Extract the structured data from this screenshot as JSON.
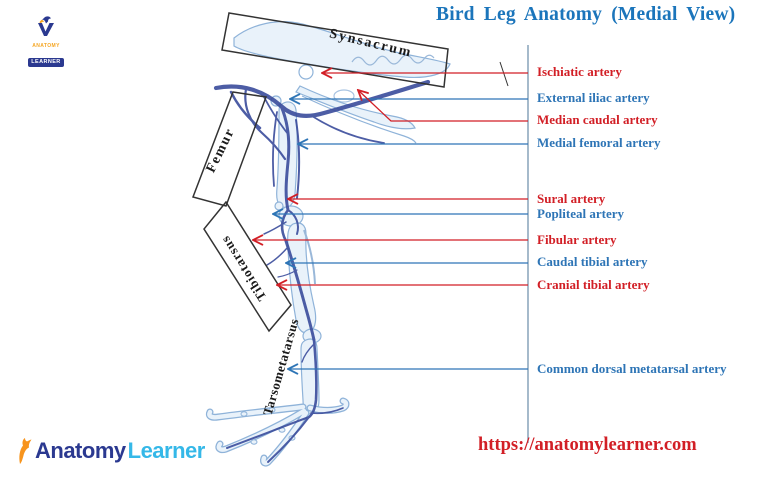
{
  "title": "Bird Leg Anatomy (Medial View)",
  "bones": {
    "synsacrum": "Synsacrum",
    "femur": "Femur",
    "tibiotarsus": "Tibiotarsus",
    "tarsometatarsus": "Tarsometatarsus"
  },
  "arteries": [
    {
      "label": "Ischiatic artery",
      "color_name": "red"
    },
    {
      "label": "External iliac artery",
      "color_name": "blue"
    },
    {
      "label": "Median caudal artery",
      "color_name": "red"
    },
    {
      "label": "Medial femoral artery",
      "color_name": "blue"
    },
    {
      "label": "Sural artery",
      "color_name": "red"
    },
    {
      "label": "Popliteal artery",
      "color_name": "blue"
    },
    {
      "label": "Fibular artery",
      "color_name": "red"
    },
    {
      "label": "Caudal tibial artery",
      "color_name": "blue"
    },
    {
      "label": "Cranial tibial artery",
      "color_name": "red"
    },
    {
      "label": "Common dorsal metatarsal artery",
      "color_name": "blue"
    }
  ],
  "footer": {
    "url": "https://anatomylearner.com"
  },
  "brand": {
    "word1": "Anatomy",
    "word2": "Learner"
  },
  "corner_logo": {
    "line1": "ANATOMY",
    "line2": "LEARNER"
  },
  "colors": {
    "title_blue": "#1b75bb",
    "label_red": "#d21f26",
    "label_blue": "#2e75b6",
    "divider_line": "#7f9cb5",
    "bone_outline": "#8fb3d9",
    "bone_fill": "#e9f2fa",
    "vessel_blue": "#3a4c9c",
    "brand_dark_blue": "#2b3990",
    "brand_light_blue": "#35b8e8",
    "brand_orange": "#f7941d"
  }
}
